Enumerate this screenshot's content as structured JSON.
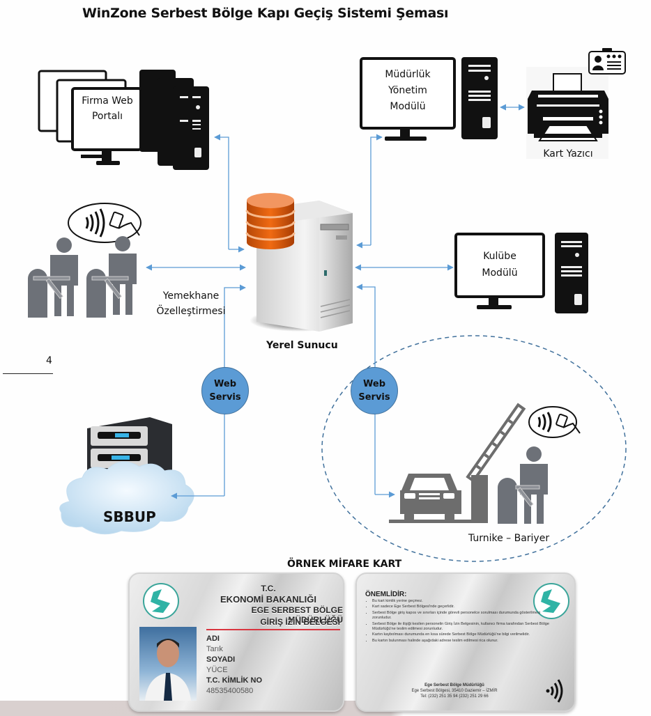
{
  "title": "WinZone Serbest Bölge Kapı Geçiş Sistemi Şeması",
  "page_number": "4",
  "nodes": {
    "firma_portal": {
      "line1": "Firma Web",
      "line2": "Portalı"
    },
    "mudurluk": {
      "line1": "Müdürlük",
      "line2": "Yönetim",
      "line3": "Modülü"
    },
    "kart_yazici": {
      "label": "Kart Yazıcı"
    },
    "yemekhane": {
      "line1": "Yemekhane",
      "line2": "Özelleştirmesi"
    },
    "yerel_sunucu": {
      "label": "Yerel Sunucu"
    },
    "kulube": {
      "line1": "Kulübe",
      "line2": "Modülü"
    },
    "web_servis_left": {
      "line1": "Web",
      "line2": "Servis"
    },
    "web_servis_right": {
      "line1": "Web",
      "line2": "Servis"
    },
    "sbbup": {
      "label": "SBBUP"
    },
    "turnike": {
      "label": "Turnike – Bariyer"
    }
  },
  "colors": {
    "connector": "#5b9bd5",
    "web_servis_fill": "#5b9bd5",
    "database": "#e0641a",
    "icon_dark": "#111111",
    "person_gray": "#6d7178"
  },
  "card_section": {
    "heading": "ÖRNEK MİFARE KART",
    "front": {
      "line1": "T.C.",
      "line2": "EKONOMİ BAKANLIĞI",
      "line3": "EGE SERBEST BÖLGE MÜDÜRLÜĞÜ",
      "line4": "GİRİŞ İZİN BELGESİ",
      "name_label": "ADI",
      "name_value": "Tarık",
      "surname_label": "SOYADI",
      "surname_value": "YÜCE",
      "id_label": "T.C. KİMLİK NO",
      "id_value": "48535400580"
    },
    "back": {
      "heading": "ÖNEMLİDİR:",
      "items": [
        "Bu kart kimlik yerine geçmez.",
        "Kart sadece Ege Serbest Bölgesi'nde geçerlidir.",
        "Serbest Bölge giriş kapısı ve sınırları içinde görevli personelce sorulması durumunda gösterilmesi zorunludur.",
        "Serbest Bölge ile ilişiği kesilen personelin Giriş İzin Belgesinin, kullanıcı firma tarafından Serbest Bölge Müdürlüğü'ne teslim edilmesi zorunludur.",
        "Kartın kaybolması durumunda en kısa sürede Serbest Bölge Müdürlüğü'ne bilgi verilmelidir.",
        "Bu kartın bulunması halinde aşağıdaki adrese teslim edilmesi rica olunur."
      ],
      "org": "Ege Serbest Bölge Müdürlüğü",
      "address": "Ege Serbest Bölgesi, 35410 Gaziemir – İZMİR",
      "phone": "Tel: (232) 251 35 94  (232) 251 29 66"
    }
  }
}
